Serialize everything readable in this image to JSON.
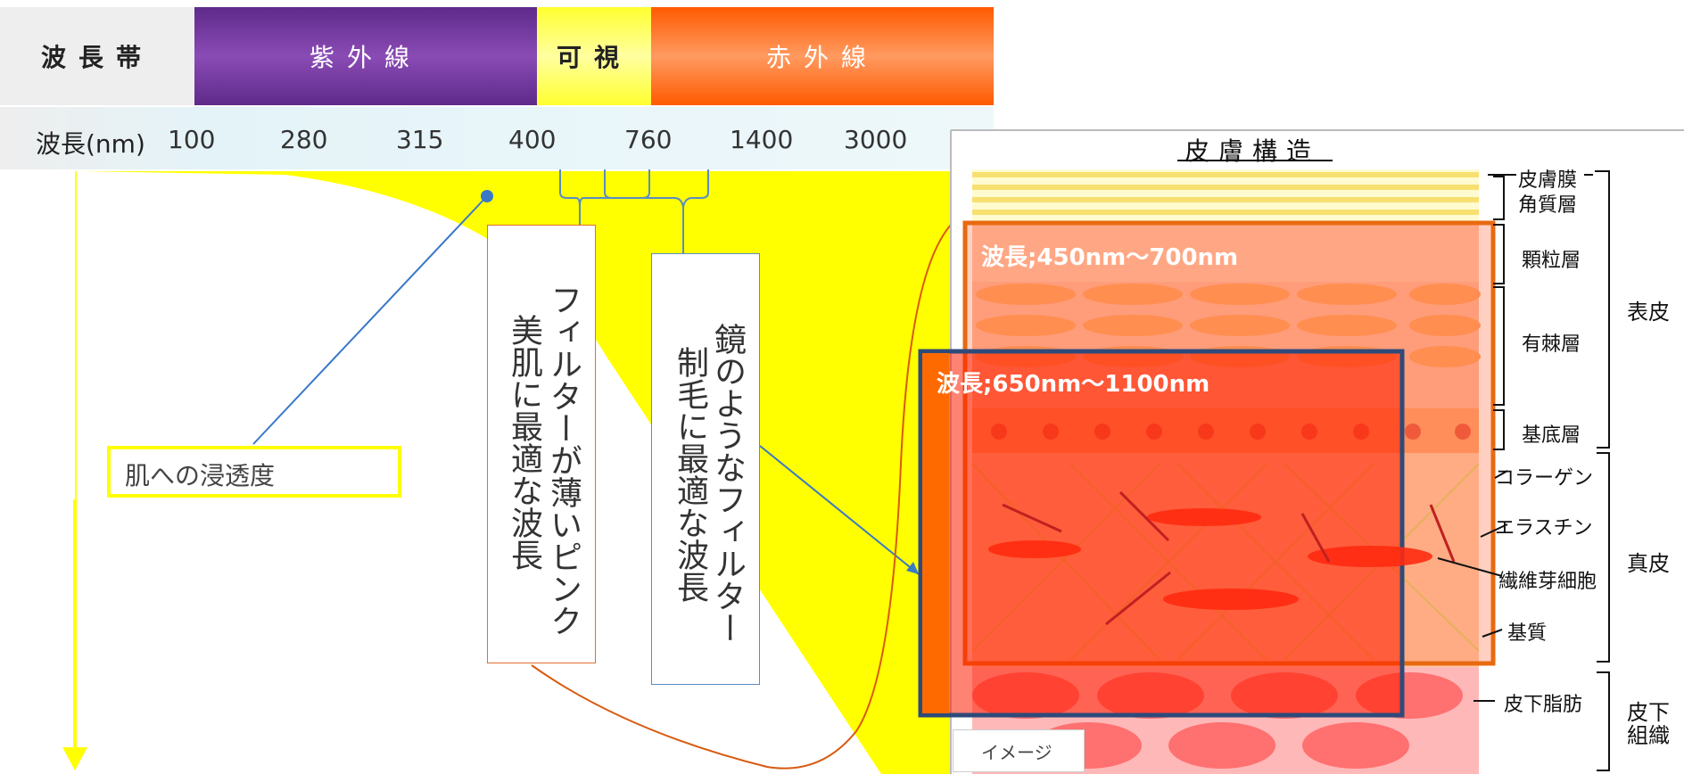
{
  "header": {
    "band_label": "波長帯",
    "uv_label": "紫外線",
    "visible_label": "可視",
    "ir_label": "赤外線",
    "wavelength_label": "波長(nm)",
    "ticks": [
      "100",
      "280",
      "315",
      "400",
      "760",
      "1400",
      "3000"
    ]
  },
  "legend": {
    "penetration_label": "肌への浸透度"
  },
  "callouts": {
    "pink_filter_line1": "フィルターが薄いピンク",
    "pink_filter_line2": "美肌に最適な波長",
    "mirror_filter_line1": "鏡のようなフィルター",
    "mirror_filter_line2": "制毛に最適な波長"
  },
  "skin": {
    "title": "皮膚構造",
    "range1": "波長;450nm～700nm",
    "range2": "波長;650nm～1100nm",
    "layers": {
      "sebum": "皮膚膜",
      "stratum_corneum": "角質層",
      "granular": "顆粒層",
      "spinous": "有棘層",
      "basal": "基底層",
      "collagen": "コラーゲン",
      "elastin": "エラスチン",
      "fibroblast": "繊維芽細胞",
      "matrix": "基質",
      "subcutaneous_fat": "皮下脂肪"
    },
    "groups": {
      "epidermis": "表皮",
      "dermis": "真皮",
      "subcutis": "皮下組織"
    },
    "image_note": "イメージ"
  },
  "colors": {
    "uv": "#7b3fa0",
    "visible": "#ffff40",
    "ir": "#ff6a10",
    "penetration": "#ffff00",
    "range1_border": "#e86a10",
    "range2_border": "#2e4a7a"
  }
}
